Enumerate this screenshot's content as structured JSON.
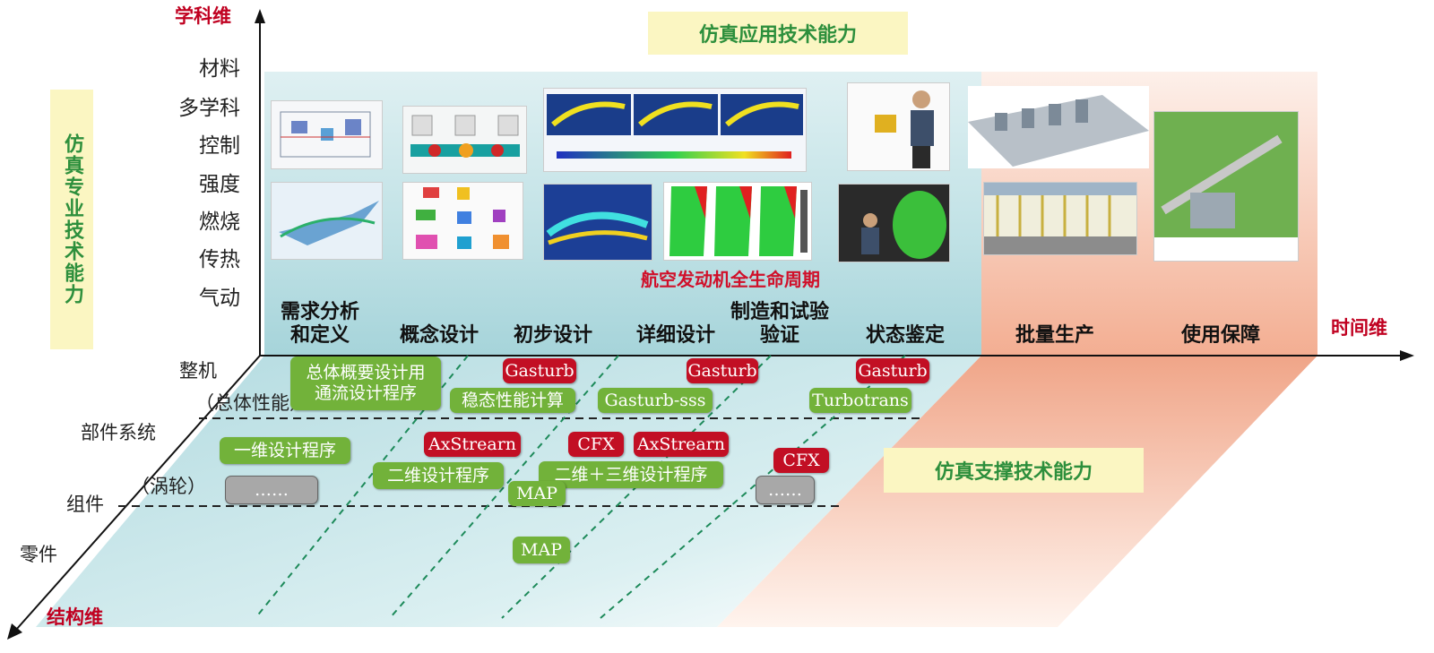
{
  "axes": {
    "y_label": "学科维",
    "x_label": "时间维",
    "z_label": "结构维"
  },
  "boxes": {
    "top": "仿真应用技术能力",
    "left": "仿真专业技术能力",
    "right": "仿真支撑技术能力"
  },
  "disciplines": [
    "材料",
    "多学科",
    "控制",
    "强度",
    "燃烧",
    "传热",
    "气动"
  ],
  "phases": [
    "需求分析\n和定义",
    "概念设计",
    "初步设计",
    "详细设计",
    "制造和试验\n验证",
    "状态鉴定",
    "批量生产",
    "使用保障"
  ],
  "lifecycle_label": "航空发动机全生命周期",
  "structure_levels": {
    "engine": "整机",
    "engine_sub": "（总体性能）",
    "component": "部件系统",
    "component_sub": "（涡轮）",
    "assembly": "组件",
    "part": "零件"
  },
  "tags": [
    {
      "text": "总体概要设计用\n通流设计程序",
      "color": "green"
    },
    {
      "text": "稳态性能计算",
      "color": "green"
    },
    {
      "text": "Gasturb",
      "color": "red"
    },
    {
      "text": "Gasturb",
      "color": "red"
    },
    {
      "text": "Gasturb-sss",
      "color": "green"
    },
    {
      "text": "Gasturb",
      "color": "red"
    },
    {
      "text": "Turbotrans",
      "color": "green"
    },
    {
      "text": "一维设计程序",
      "color": "green"
    },
    {
      "text": "AxStrearn",
      "color": "red"
    },
    {
      "text": "CFX",
      "color": "red"
    },
    {
      "text": "AxStrearn",
      "color": "red"
    },
    {
      "text": "二维设计程序",
      "color": "green"
    },
    {
      "text": "二维＋三维设计程序",
      "color": "green"
    },
    {
      "text": "CFX",
      "color": "red"
    },
    {
      "text": "……",
      "color": "gray"
    },
    {
      "text": "MAP",
      "color": "green"
    },
    {
      "text": "……",
      "color": "gray"
    },
    {
      "text": "MAP",
      "color": "green"
    }
  ],
  "colors": {
    "axis_label": "#c00020",
    "box_fill": "#fbf6c2",
    "box_text": "#2d8f3c",
    "tag_green": "#72b23a",
    "tag_red": "#c20f24",
    "lifecycle_label": "#d0102a",
    "support_fill": "#f2a98c"
  }
}
